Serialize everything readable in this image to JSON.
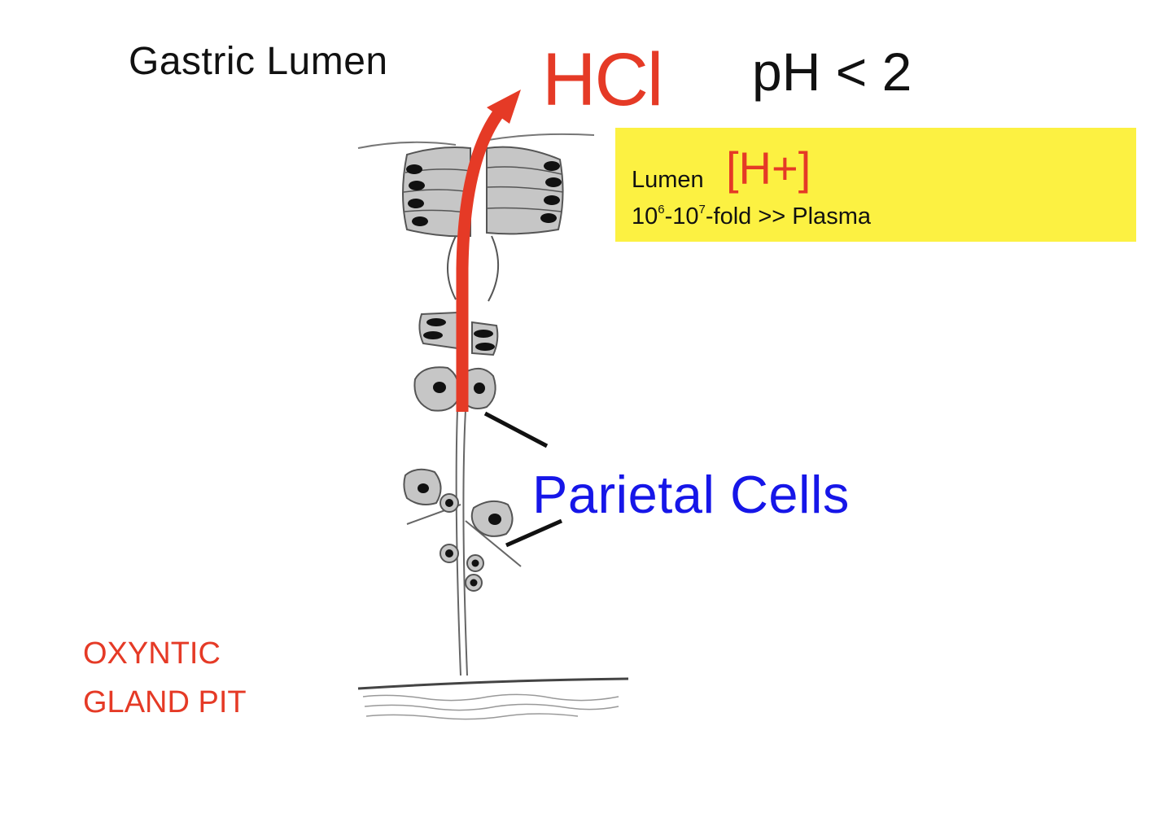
{
  "labels": {
    "lumen_title": "Gastric Lumen",
    "hcl": "HCl",
    "ph": "pH < 2",
    "parietal_cells": "Parietal Cells",
    "gland_line1": "OXYNTIC",
    "gland_line2": "GLAND PIT"
  },
  "note_box": {
    "lumen": "Lumen",
    "h_ion": "[H+]",
    "fold_base1": "10",
    "fold_exp1": "6",
    "fold_dash": "-10",
    "fold_exp2": "7",
    "fold_rest": "-fold >> Plasma"
  },
  "colors": {
    "acid_red": "#e53a26",
    "parietal_blue": "#1616e8",
    "highlight_yellow": "#fcf142",
    "cell_gray": "#c6c6c6"
  }
}
